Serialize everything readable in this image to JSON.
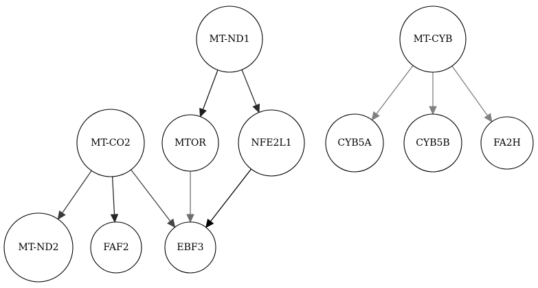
{
  "graph": {
    "nodes": [
      {
        "id": "mt-nd1",
        "label": "MT-ND1"
      },
      {
        "id": "mt-cyb",
        "label": "MT-CYB"
      },
      {
        "id": "mt-co2",
        "label": "MT-CO2"
      },
      {
        "id": "mtor",
        "label": "MTOR"
      },
      {
        "id": "nfe2l1",
        "label": "NFE2L1"
      },
      {
        "id": "cyb5a",
        "label": "CYB5A"
      },
      {
        "id": "cyb5b",
        "label": "CYB5B"
      },
      {
        "id": "fa2h",
        "label": "FA2H"
      },
      {
        "id": "mt-nd2",
        "label": "MT-ND2"
      },
      {
        "id": "faf2",
        "label": "FAF2"
      },
      {
        "id": "ebf3",
        "label": "EBF3"
      }
    ],
    "edges": [
      {
        "from": "mt-nd1",
        "to": "mtor",
        "color": "#1a1a1a"
      },
      {
        "from": "mt-nd1",
        "to": "nfe2l1",
        "color": "#2b2b2b"
      },
      {
        "from": "mt-cyb",
        "to": "cyb5a",
        "color": "#808080"
      },
      {
        "from": "mt-cyb",
        "to": "cyb5b",
        "color": "#808080"
      },
      {
        "from": "mt-cyb",
        "to": "fa2h",
        "color": "#808080"
      },
      {
        "from": "mt-co2",
        "to": "mt-nd2",
        "color": "#3a3a3a"
      },
      {
        "from": "mt-co2",
        "to": "faf2",
        "color": "#262626"
      },
      {
        "from": "mt-co2",
        "to": "ebf3",
        "color": "#474747"
      },
      {
        "from": "mtor",
        "to": "ebf3",
        "color": "#6e6e6e"
      },
      {
        "from": "nfe2l1",
        "to": "ebf3",
        "color": "#000000"
      }
    ]
  }
}
